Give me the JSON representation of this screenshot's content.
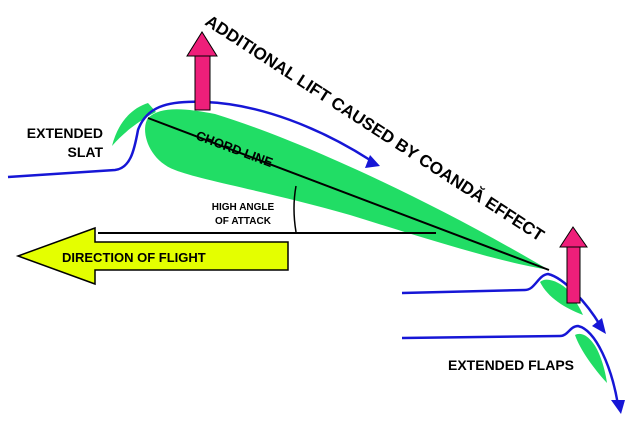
{
  "labels": {
    "title": "ADDITIONAL LIFT CAUSED BY COANDĂ EFFECT",
    "slat_line1": "EXTENDED",
    "slat_line2": "SLAT",
    "chord": "CHORD LINE",
    "aoa_line1": "HIGH ANGLE",
    "aoa_line2": "OF ATTACK",
    "direction": "DIRECTION OF FLIGHT",
    "flaps": "EXTENDED FLAPS"
  },
  "colors": {
    "airfoil": "#21dd65",
    "airflow": "#1616d6",
    "lift_arrow": "#ee1f7a",
    "direction_arrow": "#e4ff00",
    "outline": "#000000"
  },
  "icons": {
    "lift": "up-arrow-icon",
    "direction": "left-arrow-icon",
    "airflow": "flow-arrow-icon"
  }
}
